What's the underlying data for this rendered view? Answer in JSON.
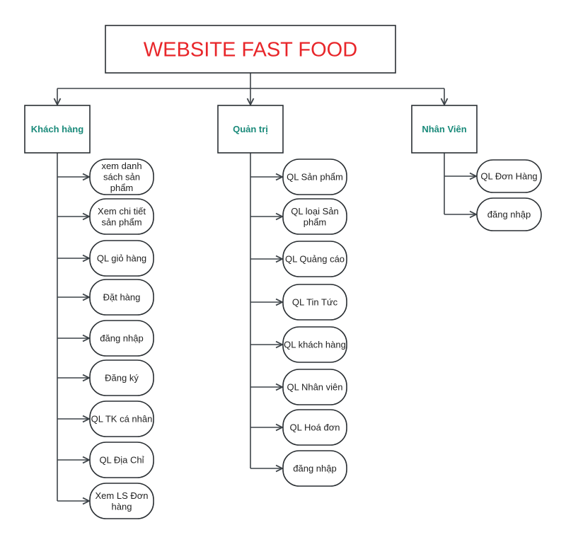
{
  "colors": {
    "title": "#e8262a",
    "group_label": "#1a8a7a",
    "stroke": "#2a2f33",
    "text": "#222222"
  },
  "root": {
    "label": "WEBSITE FAST FOOD"
  },
  "groups": [
    {
      "label": "Khách hàng",
      "items": [
        [
          "xem danh",
          "sách sản",
          "phẩm"
        ],
        [
          "Xem chi tiết",
          "sản phẩm"
        ],
        [
          "QL giỏ hàng"
        ],
        [
          "Đặt hàng"
        ],
        [
          "đăng nhập"
        ],
        [
          "Đăng ký"
        ],
        [
          "QL TK cá nhân"
        ],
        [
          "QL Địa Chỉ"
        ],
        [
          "Xem LS Đơn",
          "hàng"
        ]
      ]
    },
    {
      "label": "Quản trị",
      "items": [
        [
          "QL Sản phẩm"
        ],
        [
          "QL loại Sản",
          "phẩm"
        ],
        [
          "QL Quảng cáo"
        ],
        [
          "QL Tin Tức"
        ],
        [
          "QL khách hàng"
        ],
        [
          "QL Nhân viên"
        ],
        [
          "QL Hoá đơn"
        ],
        [
          "đăng nhập"
        ]
      ]
    },
    {
      "label": "Nhân Viên",
      "items": [
        [
          "QL Đơn Hàng"
        ],
        [
          "đăng nhập"
        ]
      ]
    }
  ]
}
